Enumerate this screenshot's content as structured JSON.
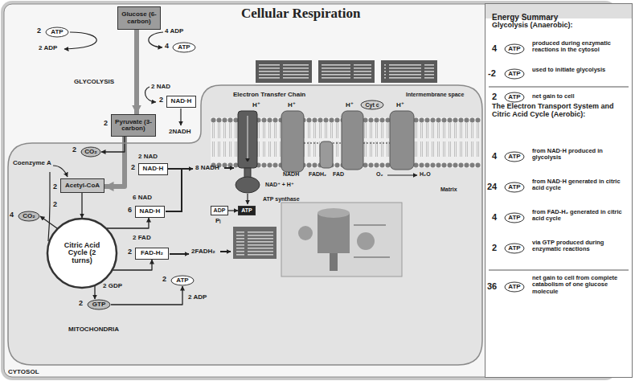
{
  "diagram": {
    "title": "Cellular Respiration",
    "nodes": [
      {
        "text": [
          "Glucose (6-carbon)"
        ]
      },
      {
        "text": [
          "ATP"
        ]
      },
      {
        "text": [
          "ATP"
        ]
      },
      {
        "text": [
          "NAD·H"
        ]
      },
      {
        "text": [
          "Pyruvate (3-carbon)"
        ]
      },
      {
        "text": [
          "MITOCHONDRIA"
        ]
      },
      {
        "text": [
          "CO₂"
        ],
        "in": 5
      },
      {
        "text": [
          "NAD·H"
        ],
        "in": 5
      },
      {
        "text": [
          "Acetyl-CoA"
        ],
        "in": 5
      },
      {
        "text": [
          "CO₂"
        ],
        "in": 5
      },
      {
        "text": [
          "Citric Acid Cycle (2 turns)"
        ],
        "in": 5
      },
      {
        "text": [
          "NAD·H"
        ],
        "in": 5
      },
      {
        "text": [
          "FAD-H₂"
        ],
        "in": 5
      },
      {
        "text": [
          "GTP"
        ],
        "in": 5
      },
      {
        "text": [
          "ATP"
        ],
        "in": 5
      },
      {
        "text": [
          "Cyt c"
        ],
        "in": 5
      },
      {
        "text": [
          "ADP"
        ],
        "in": 5
      },
      {
        "text": [
          "ATP"
        ],
        "in": 5
      },
      {
        "text": [
          "Energy Summary"
        ]
      },
      {
        "text": [
          "ATP"
        ],
        "in": 18
      },
      {
        "text": [
          "ATP"
        ],
        "in": 18
      },
      {
        "text": [
          "ATP"
        ],
        "in": 18
      },
      {
        "text": [
          "ATP"
        ],
        "in": 18
      },
      {
        "text": [
          "ATP"
        ],
        "in": 18
      },
      {
        "text": [
          "ATP"
        ],
        "in": 18
      },
      {
        "text": [
          "ATP"
        ],
        "in": 18
      },
      {
        "text": [
          "ATP"
        ],
        "in": 18
      }
    ],
    "edges": [
      {
        "from": 0,
        "to": 4,
        "arrow": "to"
      },
      {
        "from": 4,
        "to": 8,
        "arrow": "to"
      },
      {
        "from": 4,
        "to": 6,
        "arrow": "to"
      },
      {
        "from": 8,
        "to": 10,
        "arrow": "to"
      },
      {
        "from": 10,
        "to": 9,
        "arrow": "to"
      },
      {
        "from": 10,
        "to": 11,
        "arrow": "to"
      },
      {
        "from": 10,
        "to": 12,
        "arrow": "to"
      },
      {
        "from": 10,
        "to": 13,
        "arrow": "to"
      },
      {
        "from": 13,
        "to": 14,
        "arrow": "to"
      },
      {
        "from": 16,
        "to": 17,
        "arrow": "to"
      }
    ],
    "labels": [
      "2",
      "2 ADP",
      "4 ADP",
      "4",
      "GLYCOLYSIS",
      "2 NAD",
      "2",
      "2",
      "2NADH",
      "2",
      "2 NAD",
      "2",
      "Coenzyme A",
      "2",
      "2",
      "4",
      "6 NAD",
      "6",
      "2 FAD",
      "2",
      "8 NADH",
      "2FADH₂",
      "2 GDP",
      "2",
      "2",
      "2 ADP",
      "CYTOSOL",
      "Electron Transfer Chain",
      "Intermembrane space",
      "H⁺",
      "H⁺",
      "H⁺",
      "H⁺",
      "NAD⁺ + H⁺",
      "NADH",
      "FADH₂",
      "FAD",
      "O₂",
      "H₂O",
      "Matrix",
      "ATP synthase",
      "Pᵢ",
      "Glycolysis (Anaerobic):",
      "4",
      "produced during enzymatic reactions in the cytosol",
      "-2",
      "used to initiate glycolysis",
      "2",
      "net gain to cell",
      "The Electron Transport System and Citric Acid Cycle (Aerobic):",
      "4",
      "from NAD·H produced in glycolysis",
      "24",
      "from NAD·H generated in citric acid cycle",
      "4",
      "from FAD-H₂ generated in citric acid cycle",
      "2",
      "via GTP produced during enzymatic reactions",
      "36",
      "net gain to cell from complete catabolism of one glucose molecule"
    ]
  }
}
